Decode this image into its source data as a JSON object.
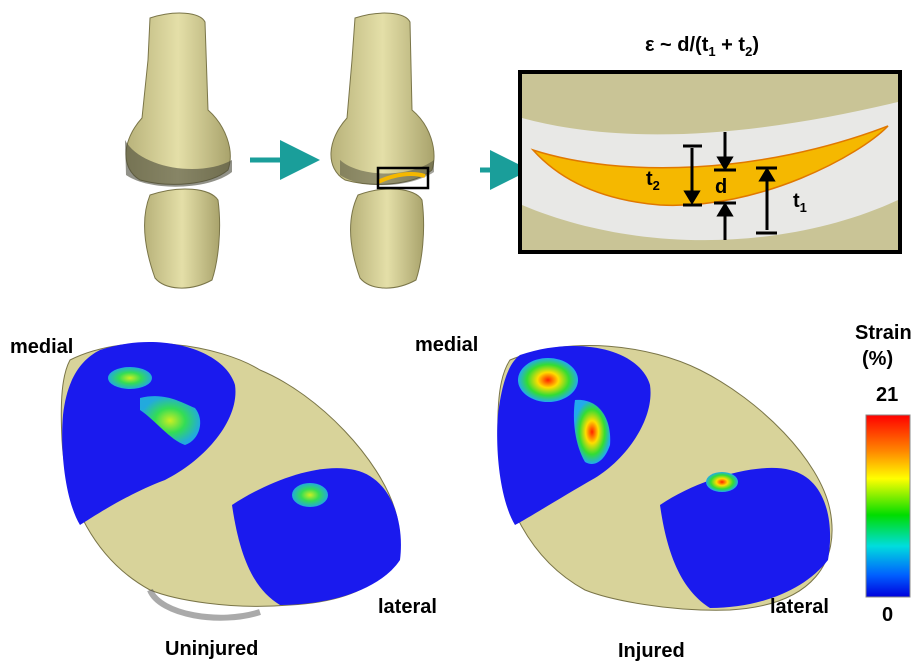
{
  "formula": {
    "prefix": "ε ~ d/(t",
    "sub1": "1",
    "mid": " + t",
    "sub2": "2",
    "suffix": ")"
  },
  "inset": {
    "t2_label": "t",
    "t2_sub": "2",
    "d_label": "d",
    "t1_label": "t",
    "t1_sub": "1"
  },
  "maps": {
    "uninjured": {
      "medial": "medial",
      "lateral": "lateral",
      "caption": "Uninjured"
    },
    "injured": {
      "medial": "medial",
      "lateral": "lateral",
      "caption": "Injured"
    }
  },
  "colorbar": {
    "title_line1": "Strain",
    "title_line2": "(%)",
    "max": "21",
    "min": "0"
  },
  "colors": {
    "bone": "#d8d39a",
    "bone_shadow": "#9a9560",
    "cartilage_map": "#1a1aee",
    "meniscus": "#f5b800",
    "arrow": "#1a9e9a",
    "inset_bg": "#c9c496"
  }
}
